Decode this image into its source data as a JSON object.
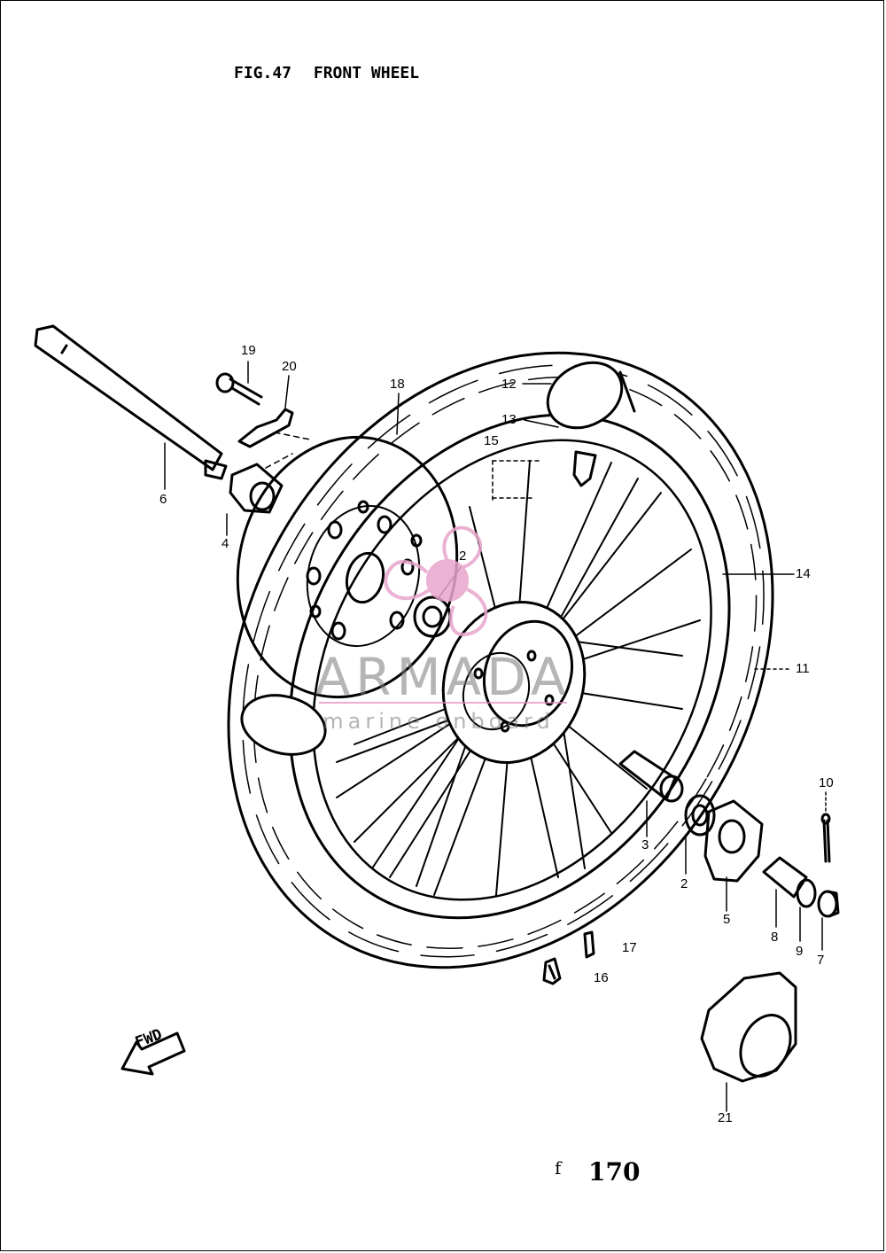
{
  "figure": {
    "number": "FIG.47",
    "title": "FRONT WHEEL"
  },
  "callouts": {
    "c19": "19",
    "c20": "20",
    "c18": "18",
    "c6": "6",
    "c4": "4",
    "c2a": "2",
    "c12": "12",
    "c13": "13",
    "c15": "15",
    "c14": "14",
    "c11": "11",
    "c10": "10",
    "c3": "3",
    "c2b": "2",
    "c5": "5",
    "c8": "8",
    "c9": "9",
    "c7": "7",
    "c17": "17",
    "c16": "16",
    "c21": "21"
  },
  "direction_marker": "FWD",
  "page": {
    "mark": "f",
    "number": "170"
  },
  "watermark": {
    "brand": "ARMADA",
    "tagline": "marine onboard",
    "color": "#e8a5cc"
  }
}
